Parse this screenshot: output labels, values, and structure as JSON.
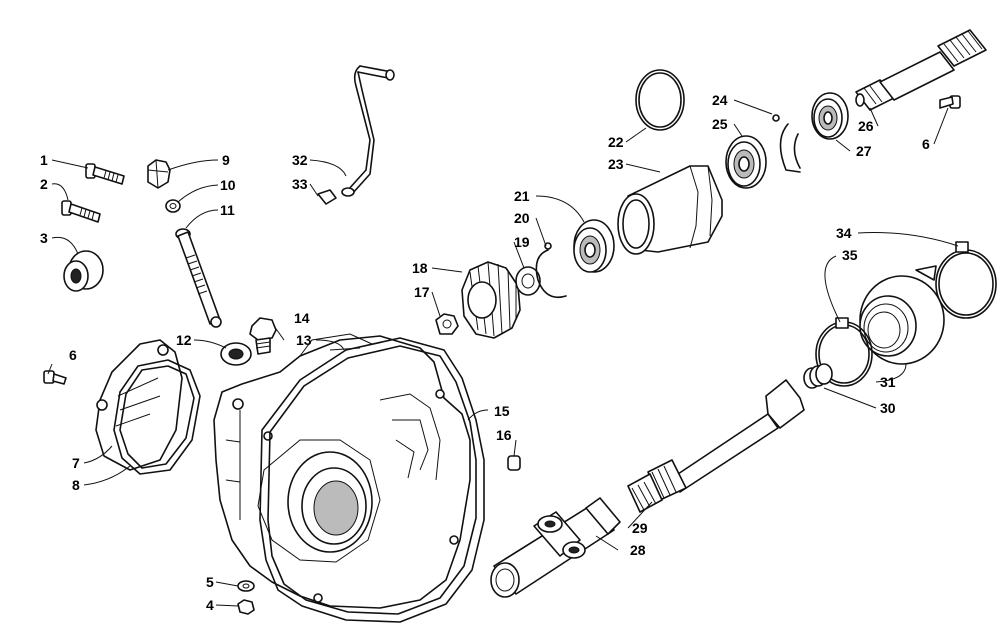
{
  "callouts": {
    "c1": "1",
    "c2": "2",
    "c3": "3",
    "c4": "4",
    "c5": "5",
    "c6a": "6",
    "c6b": "6",
    "c7": "7",
    "c8": "8",
    "c9": "9",
    "c10": "10",
    "c11": "11",
    "c12": "12",
    "c13": "13",
    "c14": "14",
    "c15": "15",
    "c16": "16",
    "c17": "17",
    "c18": "18",
    "c19": "19",
    "c20": "20",
    "c21": "21",
    "c22": "22",
    "c23": "23",
    "c24": "24",
    "c25": "25",
    "c26": "26",
    "c27": "27",
    "c28": "28",
    "c29": "29",
    "c30": "30",
    "c31": "31",
    "c32": "32",
    "c33": "33",
    "c34": "34",
    "c35": "35"
  }
}
